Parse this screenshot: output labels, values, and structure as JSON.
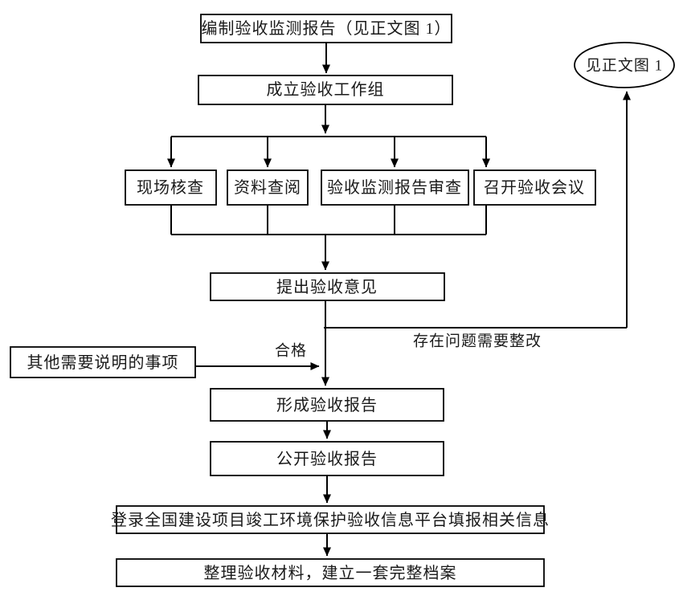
{
  "diagram": {
    "type": "flowchart",
    "language": "zh-CN",
    "colors": {
      "background": "#ffffff",
      "stroke": "#000000",
      "text": "#1a1a1a"
    },
    "nodes": {
      "compile_report": {
        "label": "编制验收监测报告（见正文图 1）",
        "shape": "rect"
      },
      "setup_group": {
        "label": "成立验收工作组",
        "shape": "rect"
      },
      "site_check": {
        "label": "现场核查",
        "shape": "rect"
      },
      "document_review": {
        "label": "资料查阅",
        "shape": "rect"
      },
      "report_review": {
        "label": "验收监测报告审查",
        "shape": "rect"
      },
      "hold_meeting": {
        "label": "召开验收会议",
        "shape": "rect"
      },
      "propose_opinion": {
        "label": "提出验收意见",
        "shape": "rect"
      },
      "other_matters": {
        "label": "其他需要说明的事项",
        "shape": "rect"
      },
      "form_report": {
        "label": "形成验收报告",
        "shape": "rect"
      },
      "publish_report": {
        "label": "公开验收报告",
        "shape": "rect"
      },
      "platform_entry": {
        "label": "登录全国建设项目竣工环境保护验收信息平台填报相关信息",
        "shape": "rect"
      },
      "archive_materials": {
        "label": "整理验收材料，建立一套完整档案",
        "shape": "rect"
      },
      "see_figure": {
        "label": "见正文图 1",
        "shape": "ellipse"
      }
    },
    "edge_labels": {
      "qualified": "合格",
      "needs_rectification": "存在问题需要整改"
    }
  }
}
